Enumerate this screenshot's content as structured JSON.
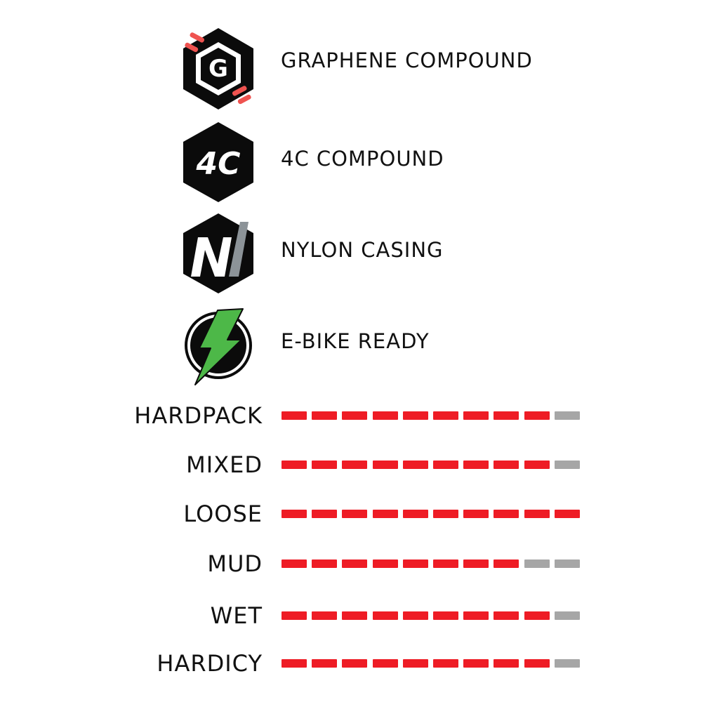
{
  "features": [
    {
      "icon": "graphene-g-icon",
      "label": "GRAPHENE COMPOUND"
    },
    {
      "icon": "4c-compound-icon",
      "label": "4C COMPOUND",
      "icon_text": "4C"
    },
    {
      "icon": "nylon-casing-icon",
      "label": "NYLON CASING"
    },
    {
      "icon": "lightning-bolt-icon",
      "label": "E-BIKE READY"
    }
  ],
  "ratings_scale": 10,
  "ratings": [
    {
      "label": "HARDPACK",
      "value": 9
    },
    {
      "label": "MIXED",
      "value": 9
    },
    {
      "label": "LOOSE",
      "value": 10
    },
    {
      "label": "MUD",
      "value": 8
    },
    {
      "label": "WET",
      "value": 9
    },
    {
      "label": "HARDICY",
      "value": 9
    }
  ],
  "colors": {
    "filled": "#ee1c25",
    "empty": "#a6a6a6",
    "icon_black": "#0b0b0b",
    "graphene_accent": "#ef5350",
    "nylon_grey": "#8c9398",
    "bolt_green": "#4db848"
  }
}
